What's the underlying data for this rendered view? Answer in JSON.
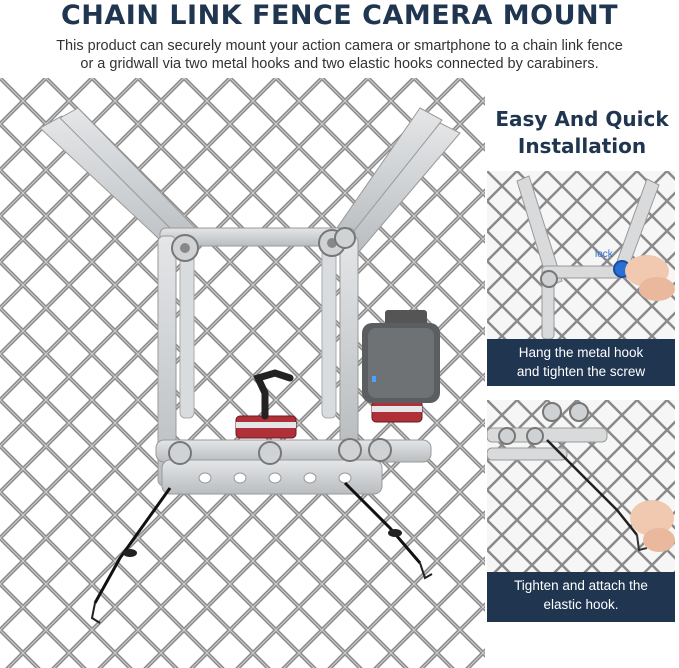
{
  "header": {
    "title": "CHAIN LINK FENCE CAMERA MOUNT",
    "subtitle_line1": "This product can securely mount your action camera or smartphone to a chain link fence",
    "subtitle_line2": "or a gridwall via two metal hooks and two elastic hooks connected by carabiners."
  },
  "sidebar": {
    "heading_line1": "Easy And Quick",
    "heading_line2": "Installation",
    "steps": [
      {
        "caption_line1": "Hang the metal hook",
        "caption_line2": "and tighten the screw",
        "annotation": "lock"
      },
      {
        "caption_line1": "Tighten and attach the",
        "caption_line2": "elastic hook."
      }
    ]
  },
  "colors": {
    "heading": "#1f3550",
    "caption_bg": "#1f3550",
    "fence_wire": "#8a8a8a",
    "mount_metal": "#cfd2d4",
    "accent_red": "#b0303a",
    "accent_blue": "#2a6fd6"
  }
}
